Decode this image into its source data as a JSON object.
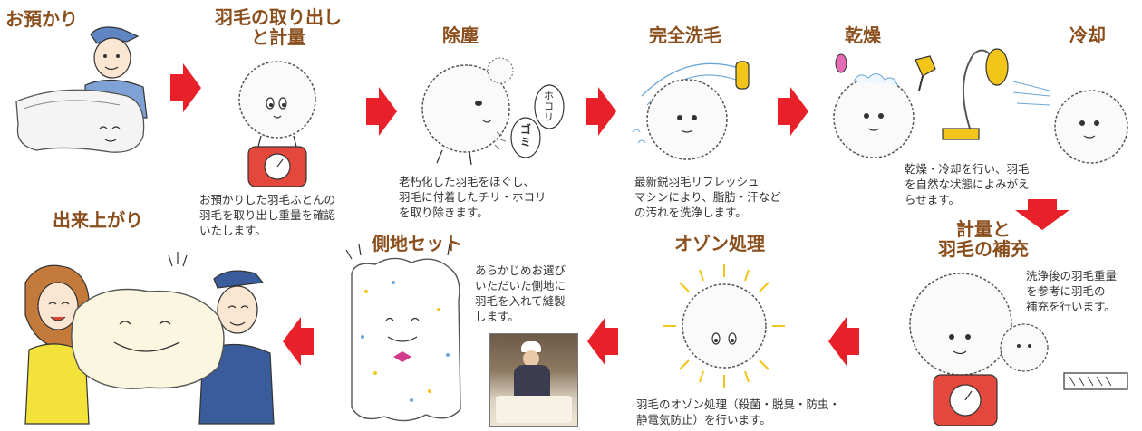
{
  "colors": {
    "title": "#8a4f1d",
    "arrow": "#e8202a",
    "text": "#333333"
  },
  "steps": [
    {
      "id": "receive",
      "title": "お預かり",
      "desc": ""
    },
    {
      "id": "extract",
      "title": "羽毛の取り出し\nと計量",
      "desc": "お預かりした羽毛ふとんの\n羽毛を取り出し重量を確認\nいたします。"
    },
    {
      "id": "dust",
      "title": "除塵",
      "desc": "老朽化した羽毛をほぐし、\n羽毛に付着したチリ・ホコリ\nを取り除きます。"
    },
    {
      "id": "wash",
      "title": "完全洗毛",
      "desc": "最新鋭羽毛リフレッシュ\nマシンにより、脂肪・汗など\nの汚れを洗浄します。"
    },
    {
      "id": "dry",
      "title": "乾燥",
      "desc": "乾燥・冷却を行い、羽毛\nを自然な状態によみがえ\nらせます。"
    },
    {
      "id": "cool",
      "title": "冷却",
      "desc": ""
    },
    {
      "id": "refill",
      "title": "計量と\n羽毛の補充",
      "desc": "洗浄後の羽毛重量\nを参考に羽毛の\n補充を行います。"
    },
    {
      "id": "ozone",
      "title": "オゾン処理",
      "desc": "羽毛のオゾン処理（殺菌・脱臭・防虫・\n静電気防止）を行います。"
    },
    {
      "id": "cover",
      "title": "側地セット",
      "desc": "あらかじめお選び\nいただいた側地に\n羽毛を入れて縫製\nします。"
    },
    {
      "id": "done",
      "title": "出来上がり",
      "desc": ""
    }
  ],
  "bubbles": {
    "hokori": "ホコリ",
    "gomi": "ゴミ"
  }
}
